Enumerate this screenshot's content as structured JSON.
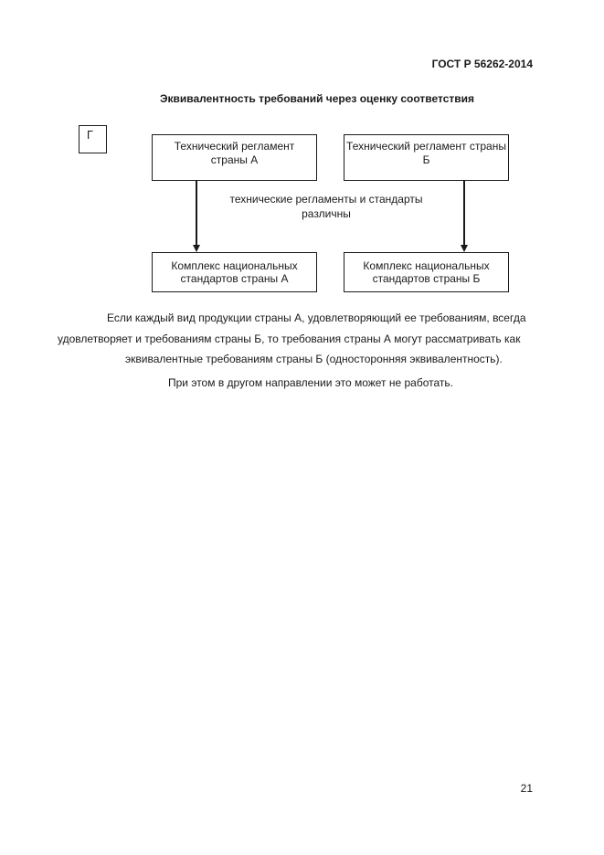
{
  "page": {
    "header": "ГОСТ Р 56262-2014",
    "number": "21"
  },
  "figure": {
    "title": "Эквивалентность требований через оценку соответствия",
    "marker": "Г",
    "box_top_left": {
      "line1": "Технический регламент",
      "line2": "страны А"
    },
    "box_top_right": {
      "line1": "Технический регламент страны",
      "line2": "Б"
    },
    "box_bottom_left": {
      "line1": "Комплекс национальных",
      "line2": "стандартов страны А"
    },
    "box_bottom_right": {
      "line1": "Комплекс национальных",
      "line2": "стандартов страны Б"
    },
    "arrow_label": {
      "line1": "технические регламенты и стандарты",
      "line2": "различны"
    }
  },
  "body": {
    "paragraph_lines": [
      "Если каждый вид продукции страны А, удовлетворяющий ее требованиям, всегда",
      "удовлетворяет и требованиям страны Б, то требования страны А могут рассматривать как",
      "эквивалентные требованиям страны Б (односторонняя эквивалентность)."
    ],
    "note": "При этом в другом направлении это может не работать."
  },
  "colors": {
    "text": "#1a1a1a",
    "border": "#1a1a1a",
    "background": "#ffffff"
  }
}
